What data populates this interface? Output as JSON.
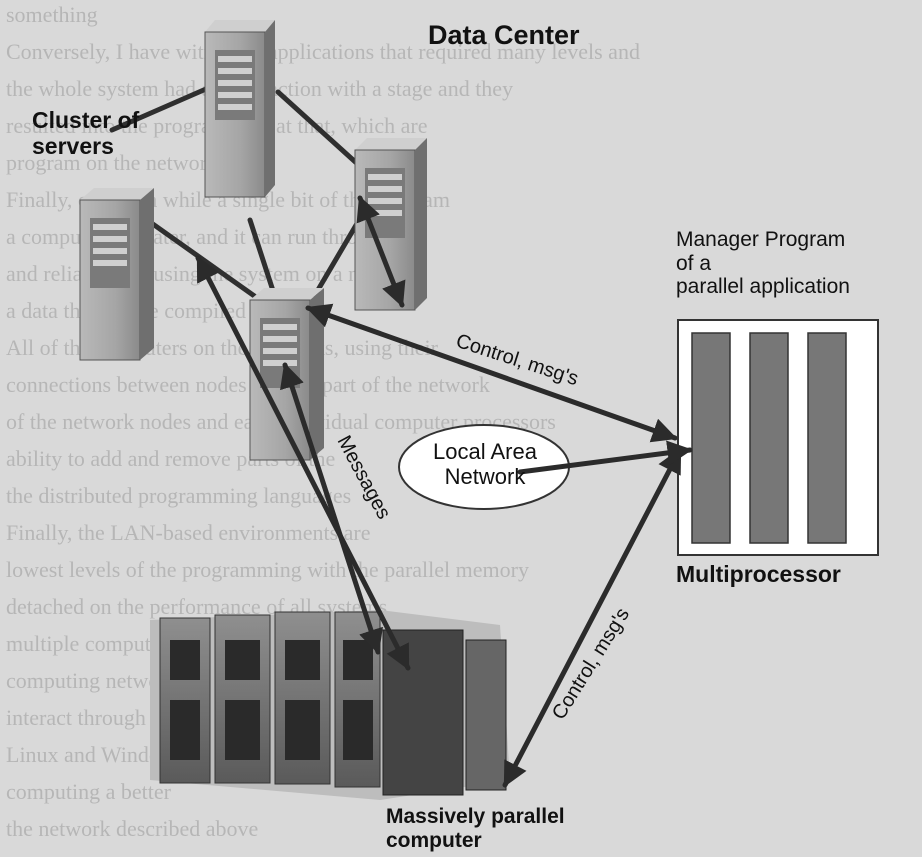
{
  "title": "Data Center",
  "labels": {
    "cluster": "Cluster of\nservers",
    "manager": "Manager Program\nof a\nparallel application",
    "multiprocessor": "Multiprocessor",
    "lan": "Local Area\nNetwork",
    "massively_parallel": "Massively parallel\ncomputer",
    "control_msgs_upper": "Control, msg's",
    "control_msgs_lower": "Control, msg's",
    "messages": "Messages"
  },
  "background_text": [
    "something",
    "Conversely, I have witnessed applications that required many levels and",
    "the whole system had an interaction with a stage and they",
    "resulted into the program, and at that, which are",
    "program on the network",
    "Finally, once in a while a single bit of the program",
    "a computer and later, and it can run through",
    "and reliable like using the system on a new one",
    "a data that can be compiled",
    "All of the computers on the networks, using their",
    "connections between nodes may be part of the network",
    "of the network nodes and each individual computer processors",
    "ability to add and remove parts of the",
    "the distributed programming languages",
    "Finally, the LAN-based environments are",
    "lowest levels of the programming with the parallel memory",
    "detached on the performance of all systems",
    "multiple computers and",
    "computing networks using",
    "interact through messages",
    "Linux and Windows",
    "computing a better",
    "the network described above"
  ]
}
